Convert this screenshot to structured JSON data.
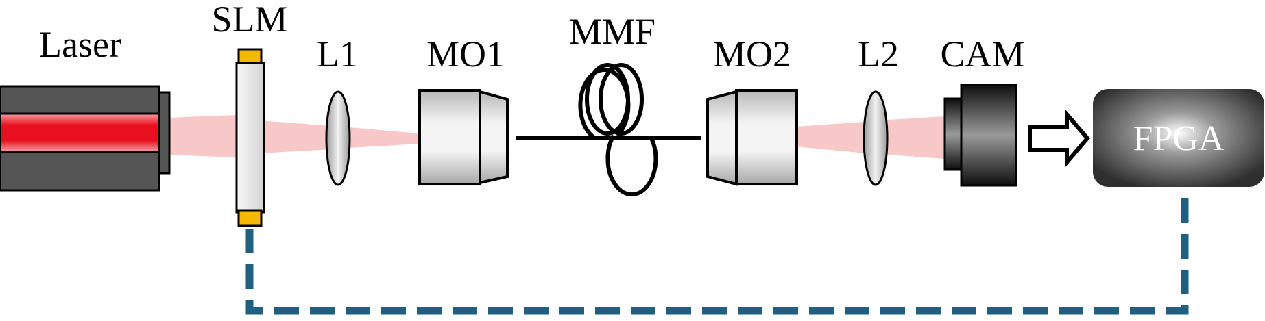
{
  "diagram": {
    "labels": {
      "laser": "Laser",
      "slm": "SLM",
      "l1": "L1",
      "mo1": "MO1",
      "mmf": "MMF",
      "mo2": "MO2",
      "l2": "L2",
      "cam": "CAM",
      "fpga": "FPGA"
    },
    "colors": {
      "laser_body": "#555555",
      "laser_beam": "#e8101e",
      "beam_glow": "#f8c8c8",
      "slm_contact": "#f5b800",
      "feedback_line": "#1f5f80",
      "fpga_box": "#3a3a3a",
      "camera_body": "#222222",
      "outline": "#000000"
    }
  }
}
